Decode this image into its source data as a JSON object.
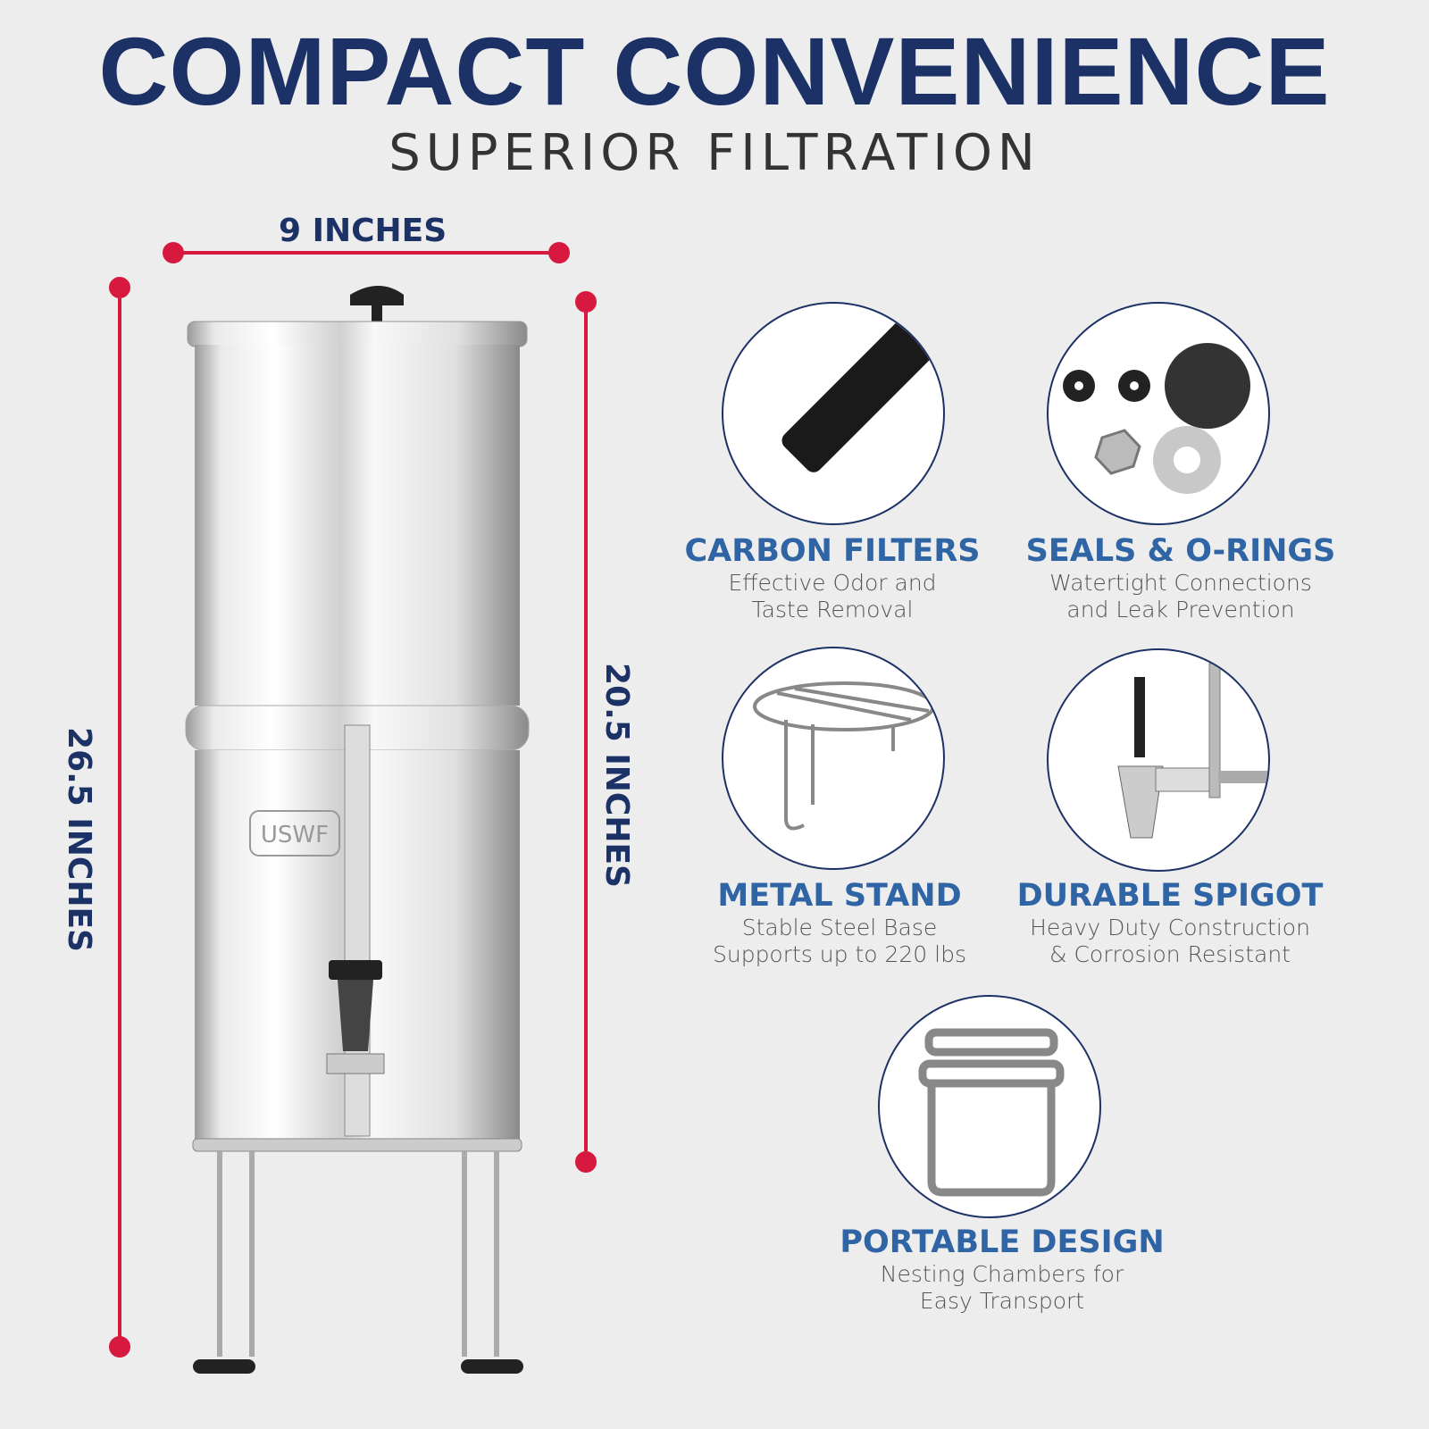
{
  "header": {
    "title": "COMPACT CONVENIENCE",
    "subtitle": "SUPERIOR FILTRATION"
  },
  "dimensions": {
    "width": "9 INCHES",
    "total_height": "26.5 INCHES",
    "tank_height": "20.5 INCHES",
    "line_color": "#d7193f"
  },
  "product": {
    "logo": "USWF"
  },
  "features": [
    {
      "title": "CARBON FILTERS",
      "line1": "Effective Odor and",
      "line2": "Taste Removal",
      "icon": "carbon-filter"
    },
    {
      "title": "SEALS & O-RINGS",
      "line1": "Watertight Connections",
      "line2": "and Leak Prevention",
      "icon": "seals"
    },
    {
      "title": "METAL STAND",
      "line1": "Stable Steel Base",
      "line2": "Supports up to 220 lbs",
      "icon": "stand"
    },
    {
      "title": "DURABLE SPIGOT",
      "line1": "Heavy Duty Construction",
      "line2": "& Corrosion Resistant",
      "icon": "spigot"
    },
    {
      "title": "PORTABLE DESIGN",
      "line1": "Nesting Chambers for",
      "line2": "Easy Transport",
      "icon": "nesting-chambers"
    }
  ],
  "colors": {
    "title": "#1c3166",
    "feature_title": "#2f64a5",
    "background": "#ededed"
  }
}
